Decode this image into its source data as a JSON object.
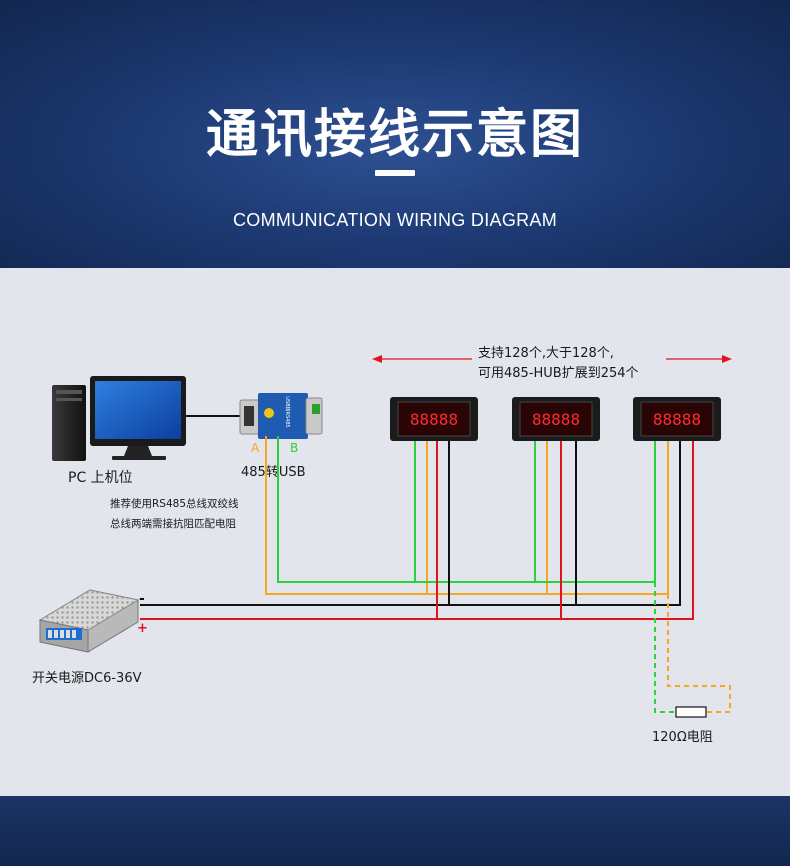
{
  "header": {
    "title": "通讯接线示意图",
    "subtitle": "COMMUNICATION WIRING DIAGRAM"
  },
  "diagram": {
    "pc_label": "PC 上机位",
    "converter_label": "485转USB",
    "converter_body_text": "USB转RS485",
    "terminal_a": "A",
    "terminal_b": "B",
    "note_line1": "推荐使用RS485总线双绞线",
    "note_line2": "总线两端需接抗阻匹配电阻",
    "capacity_line1": "支持128个,大于128个,",
    "capacity_line2": "可用485-HUB扩展到254个",
    "meter_display": "88888",
    "psu_label": "开关电源DC6-36V",
    "psu_minus": "-",
    "psu_plus": "+",
    "resistor_label": "120Ω电阻"
  },
  "colors": {
    "wire_a": "#f5a623",
    "wire_b": "#2bd336",
    "wire_neg": "#111111",
    "wire_pos": "#e0141e",
    "arrow": "#e0141e",
    "meter_digits": "#ff2a2a",
    "header_bg": "#1d3a74"
  }
}
